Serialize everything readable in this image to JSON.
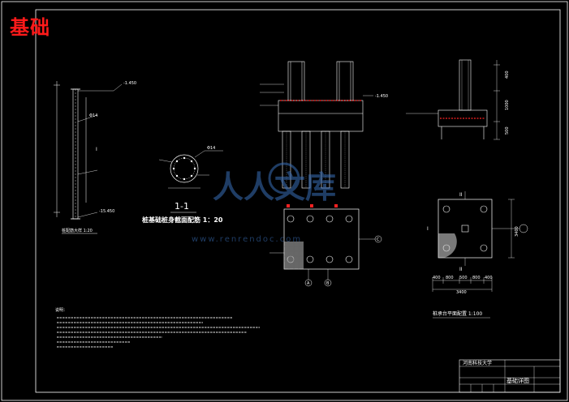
{
  "heading": "基础",
  "pile_detail": {
    "title": "桩基础桩身截面配筋 1：20",
    "section_label": "1-1",
    "rebar_label": "Φ14"
  },
  "pile_elevation": {
    "title": "桩配筋大样 1:20",
    "level_top": "-1.450",
    "level_bottom": "-15.450",
    "side_label": "I",
    "rebar_label": "Φ14"
  },
  "cap_section": {
    "level": "-1.450",
    "axis_labels": [
      "A",
      "B"
    ]
  },
  "pile_cap_plan": {
    "title": "桩承台平面配置 1:100",
    "label_top": "II",
    "label_bottom": "II",
    "label_side": "I",
    "axis_label": "C",
    "dims_bottom": [
      "400",
      "800",
      "500",
      "800",
      "400"
    ],
    "dim_total": "3400",
    "dim_side": "3400"
  },
  "cap_detail": {
    "dims_side": [
      "400",
      "1000",
      "500"
    ]
  },
  "notes": {
    "title": "说明："
  },
  "title_block": {
    "school": "河南科技大学",
    "drawing_name": "基础详图"
  },
  "watermark": {
    "brand": "人人文库",
    "url": "www.renrendoc.com"
  },
  "colors": {
    "background": "#000000",
    "line": "#ffffff",
    "heading": "#ff1a1a",
    "accent": "#ff2222",
    "hatch": "#dddddd",
    "dim": "#ffff00",
    "watermark": "#3a6fb8"
  }
}
